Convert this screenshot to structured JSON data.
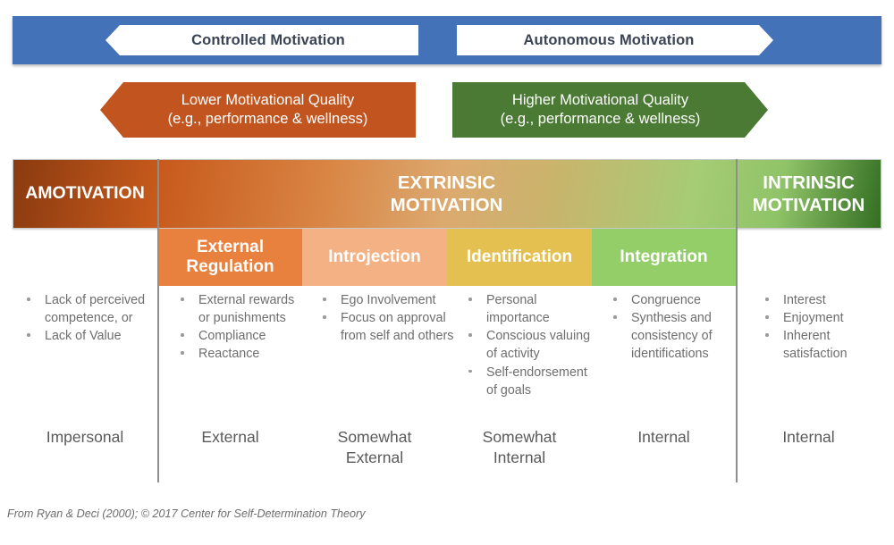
{
  "banner": {
    "arrows": [
      {
        "label": "Controlled Motivation",
        "direction": "left"
      },
      {
        "label": "Autonomous Motivation",
        "direction": "right"
      }
    ],
    "color": "#4472B8"
  },
  "quality": {
    "lower": {
      "line1": "Lower Motivational Quality",
      "line2": "(e.g., performance & wellness)",
      "color": "#C2551F"
    },
    "higher": {
      "line1": "Higher Motivational Quality",
      "line2": "(e.g., performance & wellness)",
      "color": "#4B7A34"
    }
  },
  "band": {
    "amotivation": {
      "line1": "AMOTIVATION"
    },
    "extrinsic": {
      "line1": "EXTRINSIC",
      "line2": "MOTIVATION"
    },
    "intrinsic": {
      "line1": "INTRINSIC",
      "line2": "MOTIVATION"
    }
  },
  "subcategories": [
    {
      "name": "external-regulation",
      "line1": "External",
      "line2": "Regulation",
      "color": "#E8803E"
    },
    {
      "name": "introjection",
      "line1": "Introjection",
      "line2": "",
      "color": "#F4B183"
    },
    {
      "name": "identification",
      "line1": "Identification",
      "line2": "",
      "color": "#E3C04F"
    },
    {
      "name": "integration",
      "line1": "Integration",
      "line2": "",
      "color": "#93CE68"
    }
  ],
  "bullets": {
    "amotivation": [
      "Lack of perceived competence, or",
      "Lack of Value"
    ],
    "external_regulation": [
      "External rewards or punishments",
      "Compliance",
      "Reactance"
    ],
    "introjection": [
      "Ego Involvement",
      "Focus on approval from self and others"
    ],
    "identification": [
      "Personal importance",
      "Conscious valuing of activity",
      "Self-endorsement of goals"
    ],
    "integration": [
      "Congruence",
      "Synthesis and consistency of identifications"
    ],
    "intrinsic": [
      "Interest",
      "Enjoyment",
      "Inherent satisfaction"
    ]
  },
  "locus": {
    "amotivation": {
      "line1": "Impersonal",
      "line2": ""
    },
    "external_regulation": {
      "line1": "External",
      "line2": ""
    },
    "introjection": {
      "line1": "Somewhat",
      "line2": "External"
    },
    "identification": {
      "line1": "Somewhat",
      "line2": "Internal"
    },
    "integration": {
      "line1": "Internal",
      "line2": ""
    },
    "intrinsic": {
      "line1": "Internal",
      "line2": ""
    }
  },
  "footer": {
    "citation": "From Ryan & Deci (2000);  © 2017 Center for Self-Determination Theory"
  }
}
